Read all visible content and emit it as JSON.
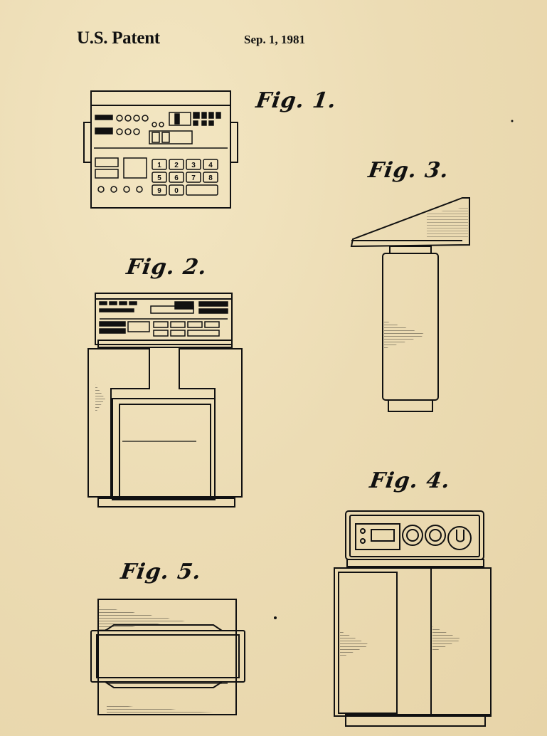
{
  "header": {
    "title": "U.S. Patent",
    "date": "Sep. 1, 1981"
  },
  "figures": {
    "f1": "Fig. 1.",
    "f2": "Fig. 2.",
    "f3": "Fig. 3.",
    "f4": "Fig. 4.",
    "f5": "Fig. 5."
  },
  "keypad": [
    "1",
    "2",
    "3",
    "4",
    "5",
    "6",
    "7",
    "8",
    "9",
    "0"
  ],
  "colors": {
    "paper": "#ecdcb4",
    "ink": "#111111"
  }
}
